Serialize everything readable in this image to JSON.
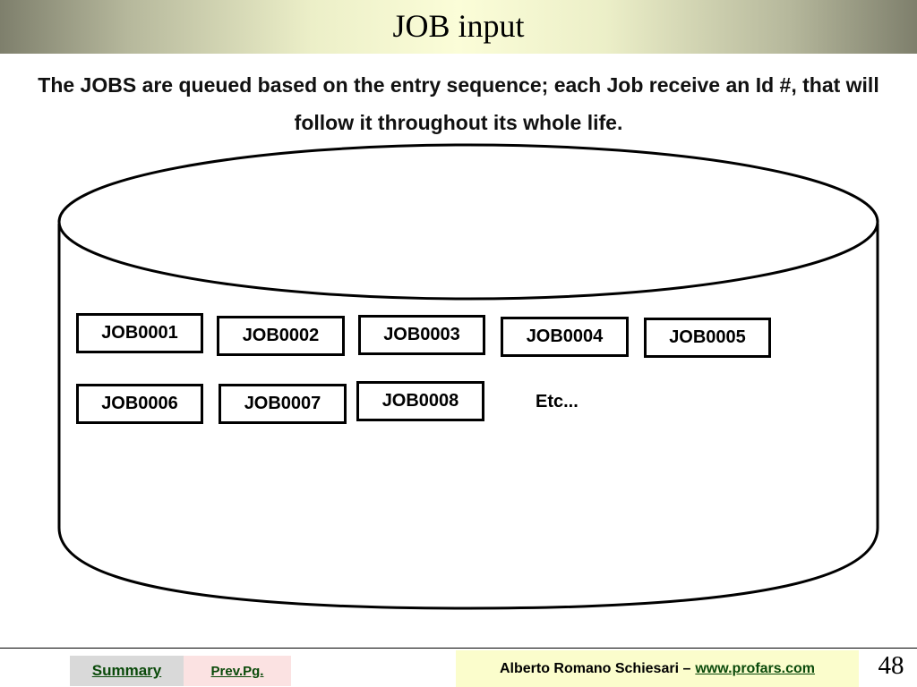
{
  "slide": {
    "title": "JOB input",
    "subtitle": "The JOBS are queued based on the entry sequence; each Job receive an Id #, that will follow it throughout its whole life."
  },
  "diagram": {
    "jobs": [
      "JOB0001",
      "JOB0002",
      "JOB0003",
      "JOB0004",
      "JOB0005",
      "JOB0006",
      "JOB0007",
      "JOB0008"
    ],
    "etc_label": "Etc..."
  },
  "footer": {
    "summary_label": "Summary",
    "prev_label": "Prev.Pg.",
    "author": "Alberto Romano Schiesari –",
    "website": "www.profars.com",
    "page_number": "48"
  }
}
